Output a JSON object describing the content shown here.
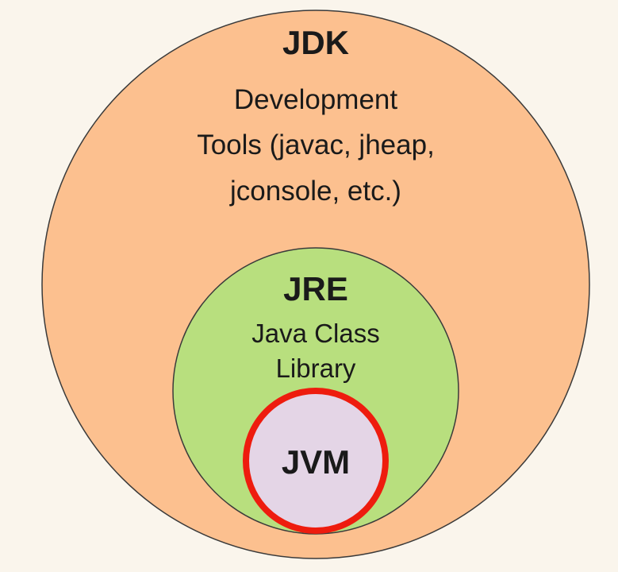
{
  "jdk": {
    "title": "JDK",
    "lines": [
      "Development",
      "Tools (javac, jheap,",
      "jconsole, etc.)"
    ],
    "fill": "#fcc08f"
  },
  "jre": {
    "title": "JRE",
    "lines": [
      "Java Class",
      "Library"
    ],
    "fill": "#b8df7e"
  },
  "jvm": {
    "title": "JVM",
    "fill": "#e4d5e6",
    "highlight": "#ee1c0e"
  },
  "background": "#faf5ec"
}
